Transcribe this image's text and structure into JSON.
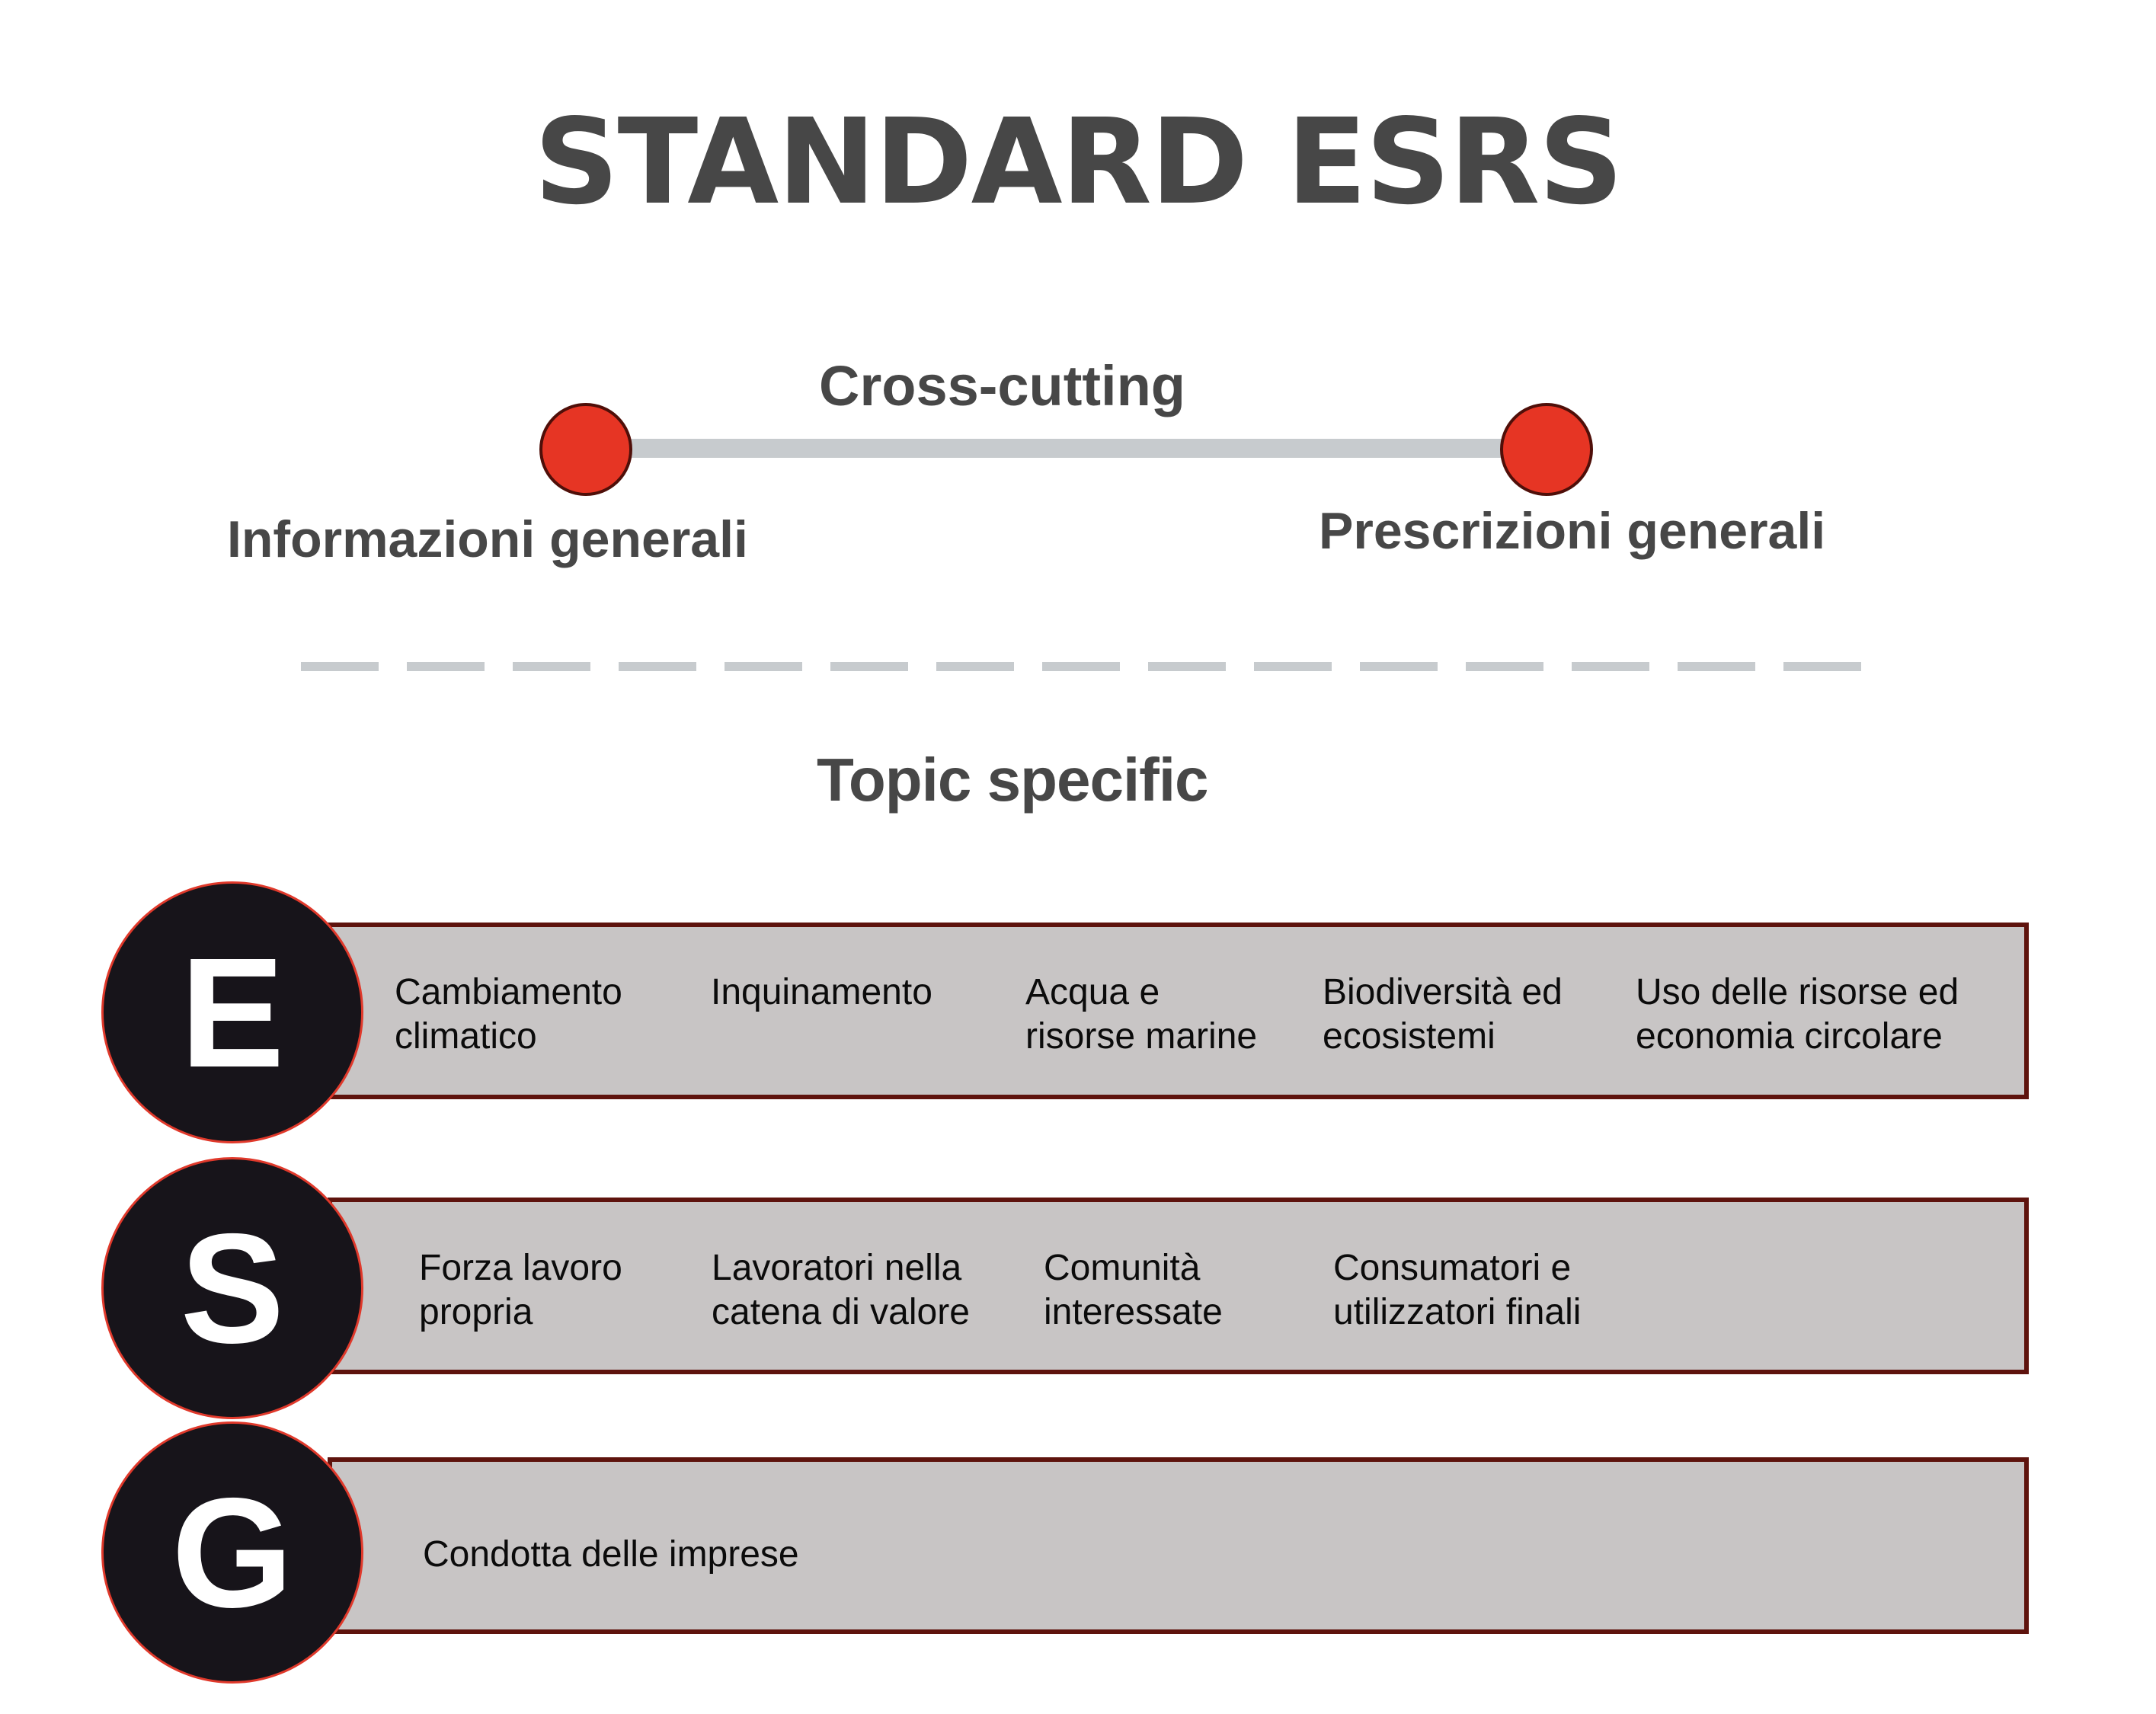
{
  "title": "STANDARD ESRS",
  "cross_cutting": {
    "label": "Cross-cutting",
    "left_node_label": "Informazioni generali",
    "right_node_label": "Prescrizioni generali"
  },
  "topic_specific": {
    "label": "Topic specific",
    "rows": [
      {
        "letter": "E",
        "items": [
          "Cambiamento climatico",
          "Inquinamento",
          "Acqua e risorse marine",
          "Biodiversità ed ecosistemi",
          "Uso delle risorse ed economia circolare"
        ]
      },
      {
        "letter": "S",
        "items": [
          "Forza lavoro propria",
          "Lavoratori nella catena di valore",
          "Comunità interessate",
          "Consumatori e utilizzatori finali"
        ]
      },
      {
        "letter": "G",
        "items": [
          "Condotta delle imprese"
        ]
      }
    ]
  },
  "colors": {
    "heading": "#474747",
    "red": "#e63524",
    "red-ring": "#4f0f09",
    "gray-line": "#c7cbce",
    "bar-fill": "#c8c5c5",
    "bar-border": "#5e130d",
    "circle-fill": "#17141a",
    "circle-ring": "#e0392b",
    "item-text": "#0b0b0b"
  }
}
